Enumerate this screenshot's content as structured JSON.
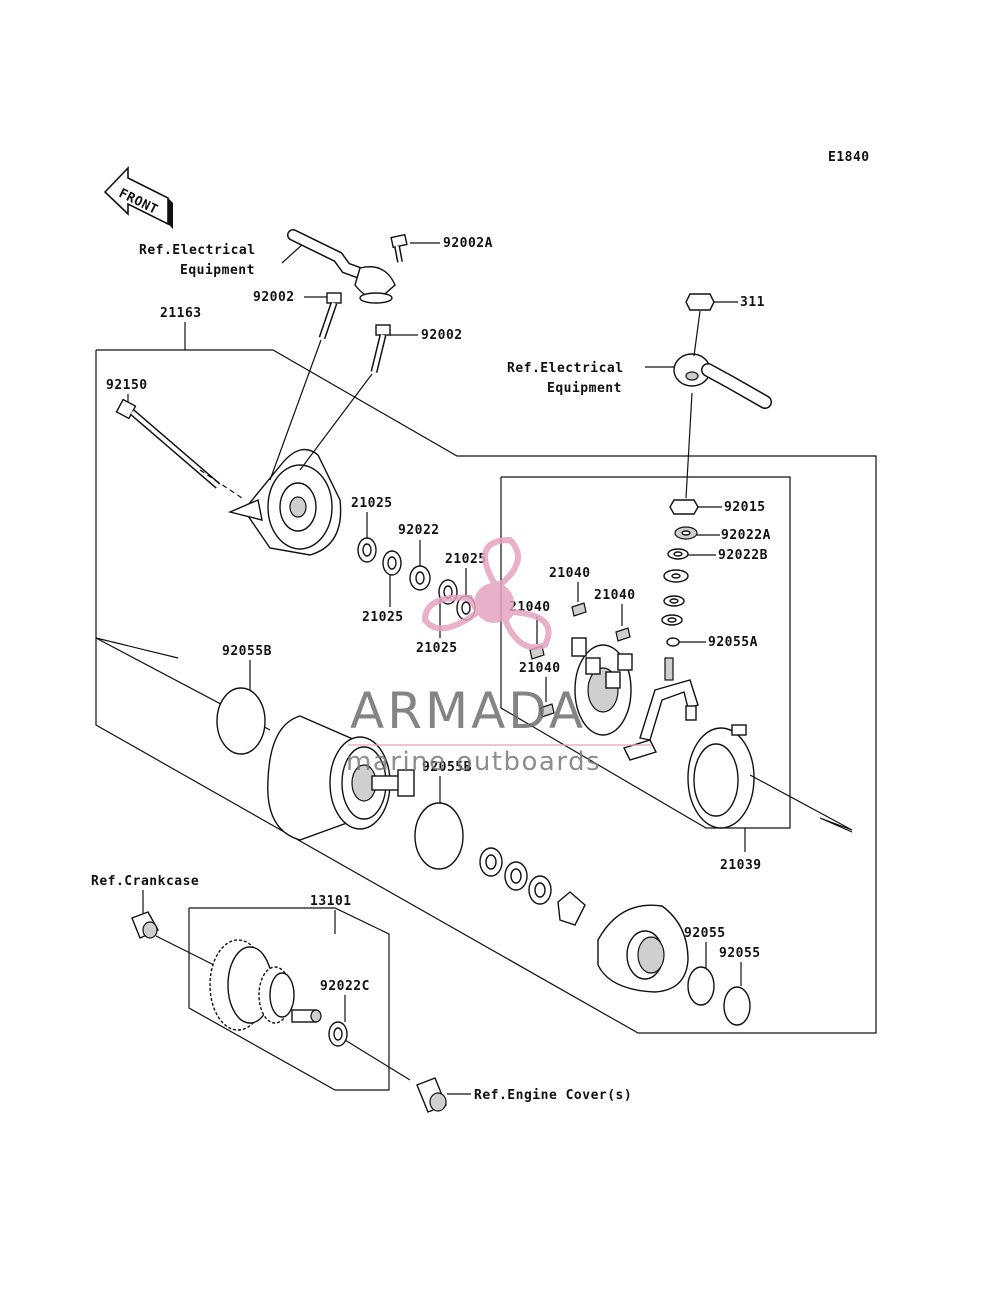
{
  "diagram_code": "E1840",
  "front_label": "FRONT",
  "watermark": {
    "brand": "ARMADA",
    "tagline": "marine outboards",
    "color": "#e6a3c0"
  },
  "labels": {
    "ref_electrical_1_line1": "Ref.Electrical",
    "ref_electrical_1_line2": "Equipment",
    "ref_electrical_2_line1": "Ref.Electrical",
    "ref_electrical_2_line2": "Equipment",
    "ref_crankcase": "Ref.Crankcase",
    "ref_engine_cover": "Ref.Engine Cover(s)"
  },
  "parts": {
    "p92002A": "92002A",
    "p92002_a": "92002",
    "p92002_b": "92002",
    "p21163": "21163",
    "p311": "311",
    "p92150": "92150",
    "p92015": "92015",
    "p21025_a": "21025",
    "p92022": "92022",
    "p92022A": "92022A",
    "p21025_b": "21025",
    "p92022B": "92022B",
    "p21040_a": "21040",
    "p21040_b": "21040",
    "p21040_c": "21040",
    "p21040_d": "21040",
    "p21025_c": "21025",
    "p21025_d": "21025",
    "p92055A": "92055A",
    "p92055B_a": "92055B",
    "p92055B_b": "92055B",
    "p21039": "21039",
    "p13101": "13101",
    "p92055_a": "92055",
    "p92055_b": "92055",
    "p92022C": "92022C"
  }
}
